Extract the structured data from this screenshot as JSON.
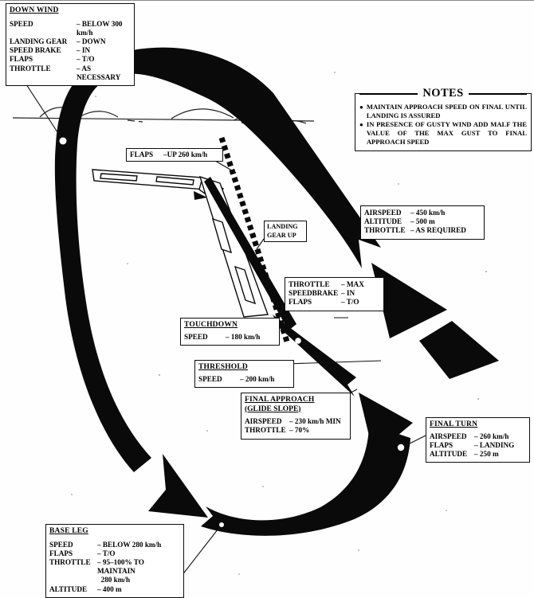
{
  "diagram_title": "Landing pattern diagram",
  "ink_color": "#0a0a0a",
  "paper_color": "#fefefe",
  "boxes": {
    "down_wind": {
      "title": "DOWN WIND",
      "rows": [
        {
          "label": "SPEED",
          "value": "– BELOW 300 km/h"
        },
        {
          "label": "LANDING GEAR",
          "value": "– DOWN"
        },
        {
          "label": "SPEED BRAKE",
          "value": "– IN"
        },
        {
          "label": "FLAPS",
          "value": "– T/O"
        },
        {
          "label": "THROTTLE",
          "value": "– AS NECESSARY"
        }
      ]
    },
    "flaps_up": {
      "rows": [
        {
          "label": "FLAPS",
          "value": "–UP 260 km/h"
        }
      ]
    },
    "crosswind": {
      "rows": [
        {
          "label": "AIRSPEED",
          "value": "– 450 km/h"
        },
        {
          "label": "ALTITUDE",
          "value": "– 500 m"
        },
        {
          "label": "THROTTLE",
          "value": "– AS REQUIRED"
        }
      ]
    },
    "landing_gear_up": {
      "lines": [
        "LANDING",
        "GEAR UP"
      ]
    },
    "climb_config": {
      "rows": [
        {
          "label": "THROTTLE",
          "value": "– MAX"
        },
        {
          "label": "SPEEDBRAKE",
          "value": "– IN"
        },
        {
          "label": "FLAPS",
          "value": "– T/O"
        }
      ]
    },
    "touchdown": {
      "title": "TOUCHDOWN",
      "rows": [
        {
          "label": "SPEED",
          "value": "– 180 km/h"
        }
      ]
    },
    "threshold": {
      "title": "THRESHOLD",
      "rows": [
        {
          "label": "SPEED",
          "value": "– 200 km/h"
        }
      ]
    },
    "final_approach": {
      "title": "FINAL APPROACH",
      "subtitle": "(GLIDE SLOPE)",
      "rows": [
        {
          "label": "AIRSPEED",
          "value": "– 230 km/h MIN"
        },
        {
          "label": "THROTTLE",
          "value": "– 70%"
        }
      ]
    },
    "final_turn": {
      "title": "FINAL TURN",
      "rows": [
        {
          "label": "AIRSPEED",
          "value": "– 260 km/h"
        },
        {
          "label": "FLAPS",
          "value": "– LANDING"
        },
        {
          "label": "ALTITUDE",
          "value": "– 250 m"
        }
      ]
    },
    "base_leg": {
      "title": "BASE LEG",
      "rows": [
        {
          "label": "SPEED",
          "value": "– BELOW 280 km/h"
        },
        {
          "label": "FLAPS",
          "value": "– T/O"
        },
        {
          "label": "THROTTLE",
          "value": "– 95–100% TO MAINTAIN\n  280 km/h"
        },
        {
          "label": "ALTITUDE",
          "value": "– 400 m"
        }
      ]
    }
  },
  "notes": {
    "title": "NOTES",
    "bullet": "●",
    "items": [
      "MAINTAIN APPROACH SPEED ON FINAL UNTIL LANDING IS ASSURED",
      "IN PRESENCE OF GUSTY WIND ADD MALF THE VALUE OF THE MAX GUST TO FINAL APPROACH SPEED"
    ]
  }
}
